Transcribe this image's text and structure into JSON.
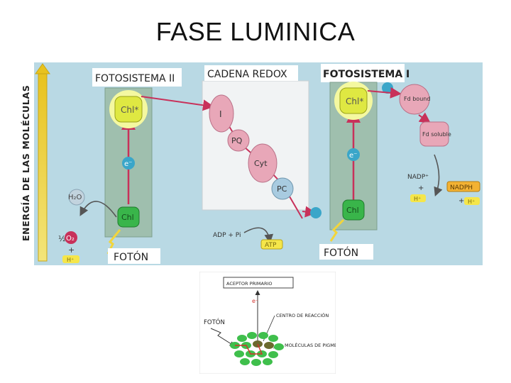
{
  "page": {
    "title": "FASE LUMINICA"
  },
  "main_diagram": {
    "energy_axis_label": "ENERGÍA DE LAS MOLÉCULAS",
    "ps2": {
      "title": "FOTOSISTEMA II",
      "chl_excited": "Chl*",
      "chl": "Chl",
      "electron": "e⁻",
      "photon": "FOTÓN",
      "water": "H₂O",
      "half": "½",
      "oxygen": "O₂",
      "plus": "+",
      "proton": "H⁺"
    },
    "redox": {
      "title": "CADENA  REDOX",
      "carriers": [
        "I",
        "PQ",
        "Cyt",
        "PC"
      ],
      "adp": "ADP + Pi",
      "atp": "ATP"
    },
    "ps1": {
      "title": "FOTOSISTEMA I",
      "chl_excited": "Chl*",
      "chl": "Chl",
      "electron": "e⁻",
      "photon": "FOTÓN",
      "fd_bound": "Fd bound",
      "fd_soluble": "Fd soluble",
      "nadp": "NADP⁺",
      "nadph": "NADPH",
      "plus": "+",
      "proton": "H⁺"
    },
    "colors": {
      "background": "#b9d9e4",
      "photosystem_panel": "#9fbfae",
      "redox_panel": "#f1f3f4",
      "chl_excited": "#dfe842",
      "chl": "#39b54a",
      "electron": "#3aa6c9",
      "arrow": "#c8315a",
      "carrier_pink": "#e8a7b8",
      "pc_blue": "#a8cbe0",
      "atp_yellow": "#f5e64a",
      "nadph_orange": "#f3b233"
    }
  },
  "pigment_diagram": {
    "acceptor": "ACEPTOR PRIMARIO",
    "electron": "e⁻",
    "photon": "FOTÓN",
    "reaction_center": "CENTRO DE REACCIÓN",
    "pigment_molecules": "MOLÉCULAS DE PIGMENTO"
  }
}
